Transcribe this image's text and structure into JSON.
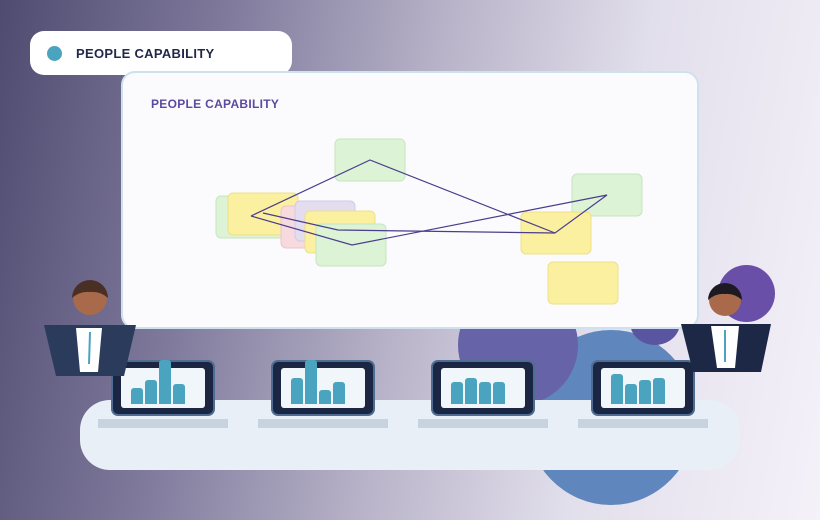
{
  "header_tag": {
    "label": "PEOPLE CAPABILITY"
  },
  "board": {
    "title": "PEOPLE CAPABILITY"
  },
  "colors": {
    "accent_blue": "#4aa4bf",
    "title_purple": "#5b4a9e",
    "note_green": "#dcf3d6",
    "note_yellow": "#fbf0a0",
    "note_pink": "#f7dadd",
    "line_purple": "#4a3d8c"
  },
  "icons": [
    "dot-icon",
    "bar-chart-icon",
    "presenter-figure",
    "purple-circle"
  ]
}
